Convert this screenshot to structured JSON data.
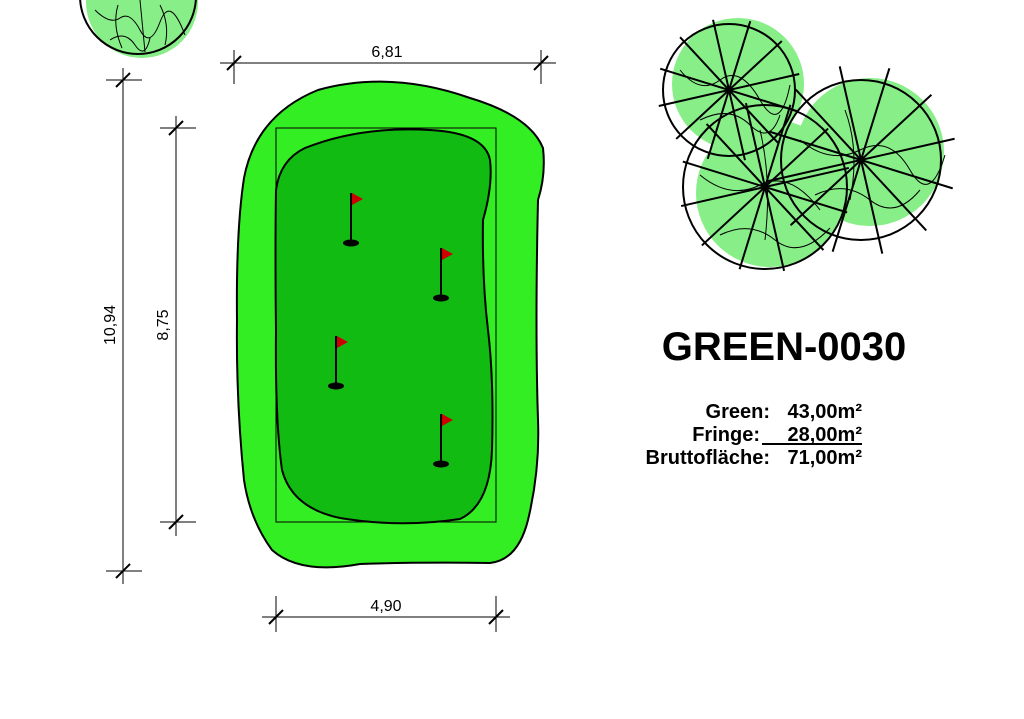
{
  "drawing": {
    "id": "GREEN-0030",
    "dimensions": {
      "top_width": "6,81",
      "bottom_width": "4,90",
      "outer_height": "10,94",
      "inner_height": "8,75"
    },
    "areas": [
      {
        "label": "Green:",
        "value": "43,00m²",
        "underlined": false
      },
      {
        "label": "Fringe:",
        "value": "28,00m²",
        "underlined": true
      },
      {
        "label": "Bruttofläche:",
        "value": "71,00m²",
        "underlined": false
      }
    ],
    "pin_count": 4,
    "tree_count": 4
  },
  "colors": {
    "fringe": "#33ee22",
    "green": "#11bb11",
    "tree_fill": "#88ee88",
    "flag": "#cc0000",
    "line": "#000000"
  }
}
